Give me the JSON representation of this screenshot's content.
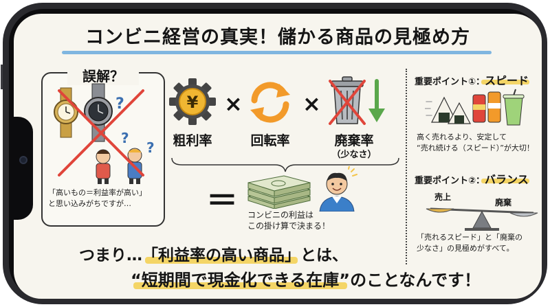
{
  "title": "コンビニ経営の真実！儲かる商品の見極め方",
  "misconception": {
    "label": "誤解？",
    "text_line1": "「高いもの＝利益率が高い」",
    "text_line2": "と思い込みがちですが…"
  },
  "factors": [
    {
      "label": "粗利率",
      "sub": "",
      "icon": "yen-gear-icon"
    },
    {
      "label": "回転率",
      "sub": "",
      "icon": "rotate-arrows-icon"
    },
    {
      "label": "廃棄率",
      "sub": "（少なさ）",
      "icon": "trash-can-icon"
    }
  ],
  "operator_times": "×",
  "operator_equals": "＝",
  "result": {
    "line1": "コンビニの利益は",
    "line2": "この掛け算で決まる！"
  },
  "point1": {
    "prefix": "重要ポイント①：",
    "highlight": "スピード",
    "text_line1": "高く売れるより、安定して",
    "text_line2": "“売れ続ける（スピード）”が大切！"
  },
  "point2": {
    "prefix": "重要ポイント②：",
    "highlight": "バランス",
    "scale_left": "売上",
    "scale_right": "廃棄",
    "text_line1": "「売れるスピード」と「廃棄の",
    "text_line2": "少なさ」の見極めがすべて。"
  },
  "bottom": {
    "line1_pre": "つまり…",
    "line1_mark": "「利益率の高い商品」",
    "line1_post": "とは、",
    "line2_mark": "“短期間で現金化できる在庫”",
    "line2_post": "のことなんです！"
  },
  "colors": {
    "highlight": "#f4d566",
    "underline": "#7fb6e0",
    "cross": "#e0453a",
    "gear": "#f0b632",
    "arrows": "#f29a2a",
    "down_arrow": "#5aa74b"
  }
}
